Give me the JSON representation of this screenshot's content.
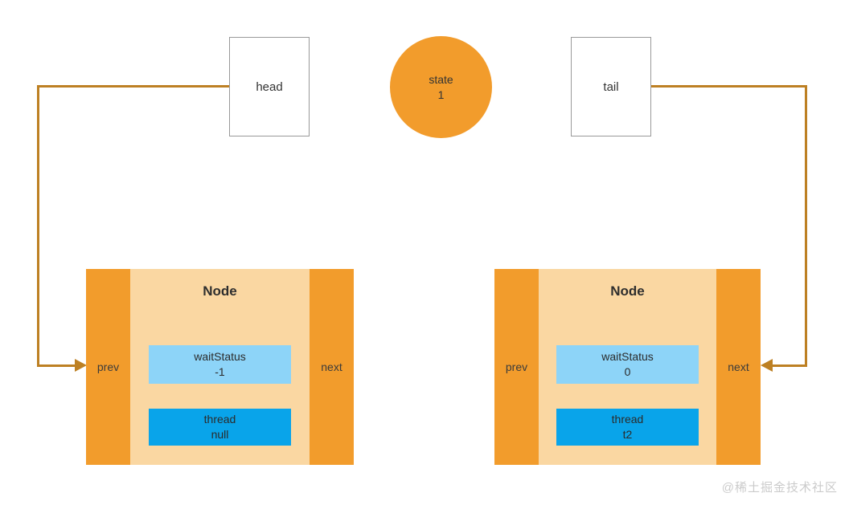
{
  "pointers": {
    "head": {
      "label": "head"
    },
    "tail": {
      "label": "tail"
    }
  },
  "state": {
    "label": "state",
    "value": "1"
  },
  "nodes": [
    {
      "title": "Node",
      "prev_label": "prev",
      "next_label": "next",
      "wait_status": {
        "label": "waitStatus",
        "value": "-1"
      },
      "thread": {
        "label": "thread",
        "value": "null"
      }
    },
    {
      "title": "Node",
      "prev_label": "prev",
      "next_label": "next",
      "wait_status": {
        "label": "waitStatus",
        "value": "0"
      },
      "thread": {
        "label": "thread",
        "value": "t2"
      }
    }
  ],
  "watermark": "@稀土掘金技术社区",
  "colors": {
    "canvas_bg": "#ffffff",
    "node_column": "#F29C2C",
    "node_body": "#FAD7A2",
    "wait_status_box": "#8DD4F8",
    "thread_box": "#09A4EA",
    "state_circle": "#F29C2C",
    "connector": "#BD8023",
    "box_border": "#999999"
  }
}
